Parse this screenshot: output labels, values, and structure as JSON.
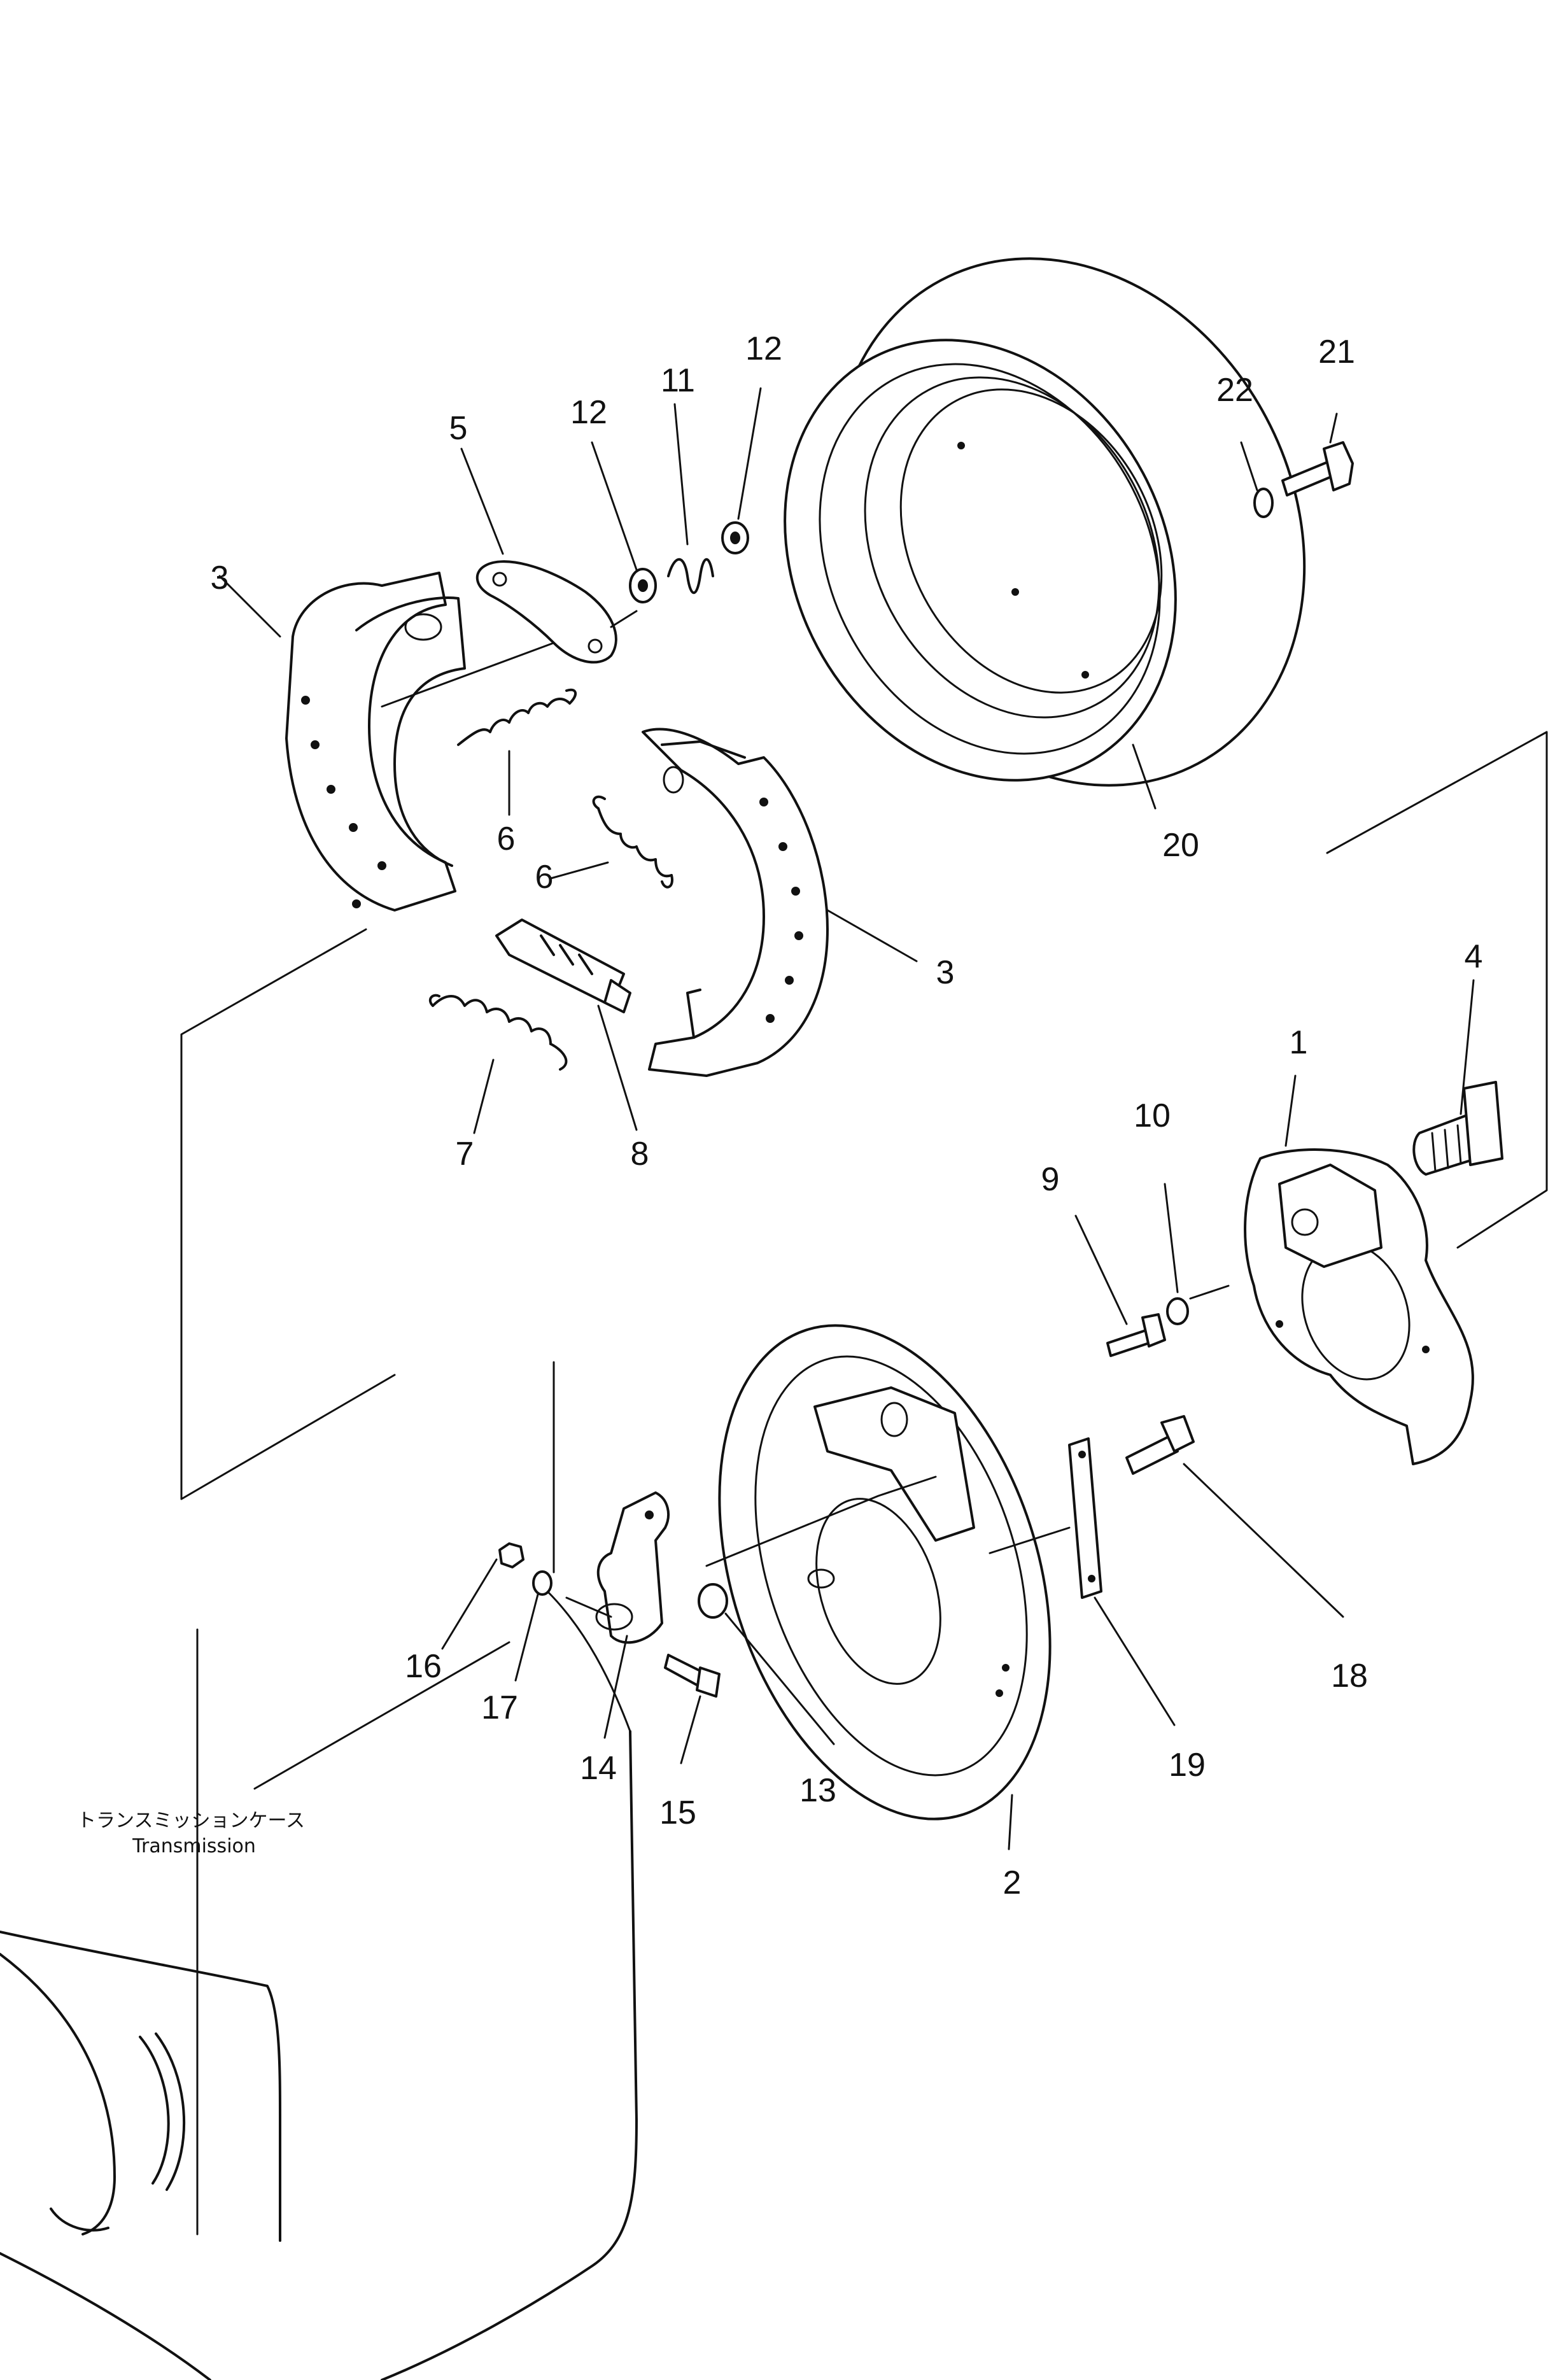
{
  "callouts": [
    {
      "id": "c-1",
      "label": "1"
    },
    {
      "id": "c-2",
      "label": "2"
    },
    {
      "id": "c-3a",
      "label": "3"
    },
    {
      "id": "c-3b",
      "label": "3"
    },
    {
      "id": "c-4",
      "label": "4"
    },
    {
      "id": "c-5",
      "label": "5"
    },
    {
      "id": "c-6a",
      "label": "6"
    },
    {
      "id": "c-6b",
      "label": "6"
    },
    {
      "id": "c-7",
      "label": "7"
    },
    {
      "id": "c-8",
      "label": "8"
    },
    {
      "id": "c-9",
      "label": "9"
    },
    {
      "id": "c-10",
      "label": "10"
    },
    {
      "id": "c-11",
      "label": "11"
    },
    {
      "id": "c-12a",
      "label": "12"
    },
    {
      "id": "c-12b",
      "label": "12"
    },
    {
      "id": "c-13",
      "label": "13"
    },
    {
      "id": "c-14",
      "label": "14"
    },
    {
      "id": "c-15",
      "label": "15"
    },
    {
      "id": "c-16",
      "label": "16"
    },
    {
      "id": "c-17",
      "label": "17"
    },
    {
      "id": "c-18",
      "label": "18"
    },
    {
      "id": "c-19",
      "label": "19"
    },
    {
      "id": "c-20",
      "label": "20"
    },
    {
      "id": "c-21",
      "label": "21"
    },
    {
      "id": "c-22",
      "label": "22"
    }
  ],
  "transmission_label": {
    "japanese": "トランスミッションケース",
    "english": "Transmission"
  }
}
